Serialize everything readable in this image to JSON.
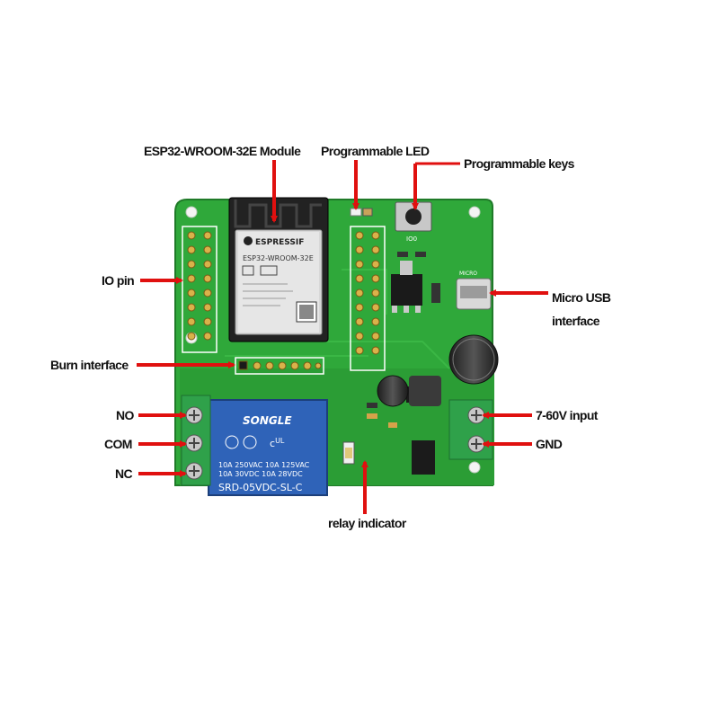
{
  "annotations": {
    "esp_module": "ESP32-WROOM-32E Module",
    "prog_led": "Programmable LED",
    "prog_keys": "Programmable keys",
    "io_pin": "IO pin",
    "burn_interface": "Burn interface",
    "micro_usb_line1": "Micro USB",
    "micro_usb_line2": "interface",
    "no": "NO",
    "com": "COM",
    "nc": "NC",
    "input": "7-60V input",
    "gnd": "GND",
    "relay_indicator": "relay indicator"
  },
  "module": {
    "brand": "ESPRESSIF",
    "model": "ESP32-WROOM-32E"
  },
  "relay": {
    "brand": "SONGLE",
    "rating_l1": "10A 250VAC  10A 125VAC",
    "rating_l2": "10A  30VDC  10A  28VDC",
    "model": "SRD-05VDC-SL-C"
  },
  "board": {
    "key_label": "IO0",
    "usb_label": "MICRO"
  },
  "colors": {
    "pcb": "#2fa83a",
    "arrow": "#e0100f",
    "relay": "#2f63b8",
    "terminal": "#2fa14a"
  }
}
